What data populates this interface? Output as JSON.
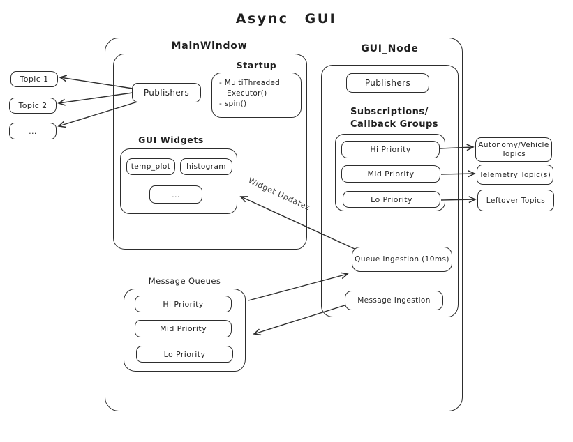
{
  "title": "Async GUI",
  "labels": {
    "widget_updates": "Widget Updates"
  },
  "left_topics": [
    {
      "label": "Topic 1"
    },
    {
      "label": "Topic 2"
    },
    {
      "label": "..."
    }
  ],
  "main_window": {
    "label": "MainWindow",
    "publishers_label": "Publishers",
    "startup": {
      "label": "Startup",
      "lines": [
        "- MultiThreaded",
        "Executor()",
        "- spin()"
      ]
    },
    "gui_widgets": {
      "label": "GUI Widgets",
      "items": [
        "temp_plot",
        "histogram",
        "..."
      ]
    }
  },
  "gui_node": {
    "label": "GUI_Node",
    "publishers_label": "Publishers",
    "subscriptions_heading": [
      "Subscriptions/",
      "Callback Groups"
    ],
    "priorities": [
      "Hi Priority",
      "Mid Priority",
      "Lo Priority"
    ],
    "queue_ingestion_label": "Queue Ingestion (10ms)",
    "message_ingestion_label": "Message Ingestion"
  },
  "message_queues": {
    "label": "Message Queues",
    "items": [
      "Hi Priority",
      "Mid Priority",
      "Lo Priority"
    ]
  },
  "right_topics": [
    {
      "line1": "Autonomy/Vehicle",
      "line2": "Topics"
    },
    {
      "line1": "Telemetry Topic(s)"
    },
    {
      "line1": "Leftover Topics"
    }
  ],
  "colors": {
    "stroke": "#2d2d2d",
    "text": "#1f1f1f",
    "background": "#ffffff"
  }
}
